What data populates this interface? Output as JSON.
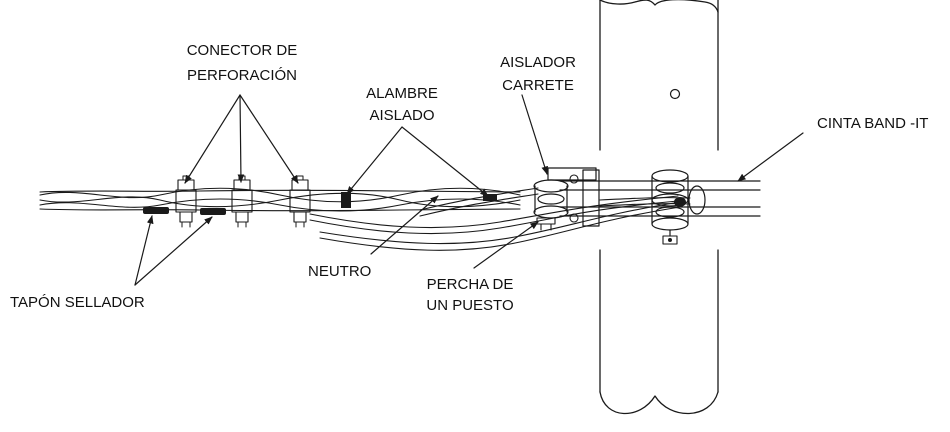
{
  "labels": {
    "conector_1": "CONECTOR DE",
    "conector_2": "PERFORACIÓN",
    "alambre_1": "ALAMBRE",
    "alambre_2": "AISLADO",
    "aislador_1": "AISLADOR",
    "aislador_2": "CARRETE",
    "cinta": "CINTA BAND -IT",
    "neutro": "NEUTRO",
    "percha_1": "PERCHA DE",
    "percha_2": "UN PUESTO",
    "tapon": "TAPÓN SELLADOR"
  },
  "colors": {
    "line": "#1a1a1a",
    "text": "#111111",
    "background": "#ffffff"
  }
}
